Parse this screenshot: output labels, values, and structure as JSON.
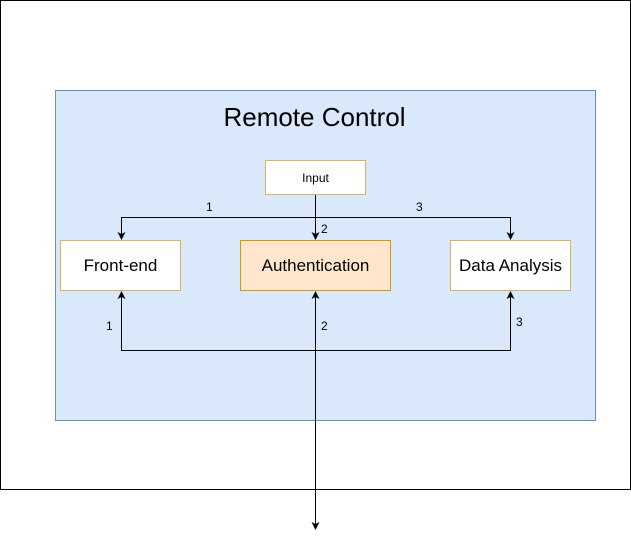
{
  "diagram": {
    "title": "Remote Control",
    "nodes": {
      "input": "Input",
      "frontend": "Front-end",
      "authentication": "Authentication",
      "data_analysis": "Data Analysis"
    },
    "edges": [
      {
        "from": "Input",
        "to": "Front-end",
        "label": "1"
      },
      {
        "from": "Input",
        "to": "Authentication",
        "label": "2"
      },
      {
        "from": "Input",
        "to": "Data Analysis",
        "label": "3"
      },
      {
        "from": "bottom bus",
        "to": "Front-end",
        "label": "1"
      },
      {
        "from": "external",
        "to": "Authentication",
        "label": "2",
        "bidirectional": true
      },
      {
        "from": "bottom bus",
        "to": "Data Analysis",
        "label": "3"
      }
    ]
  },
  "colors": {
    "container_fill": "#dae8fc",
    "container_stroke": "#6c8ebf",
    "node_fill": "#ffffff",
    "node_stroke": "#d6b656",
    "highlight_fill": "#ffe6cc",
    "highlight_stroke": "#d79b00"
  }
}
